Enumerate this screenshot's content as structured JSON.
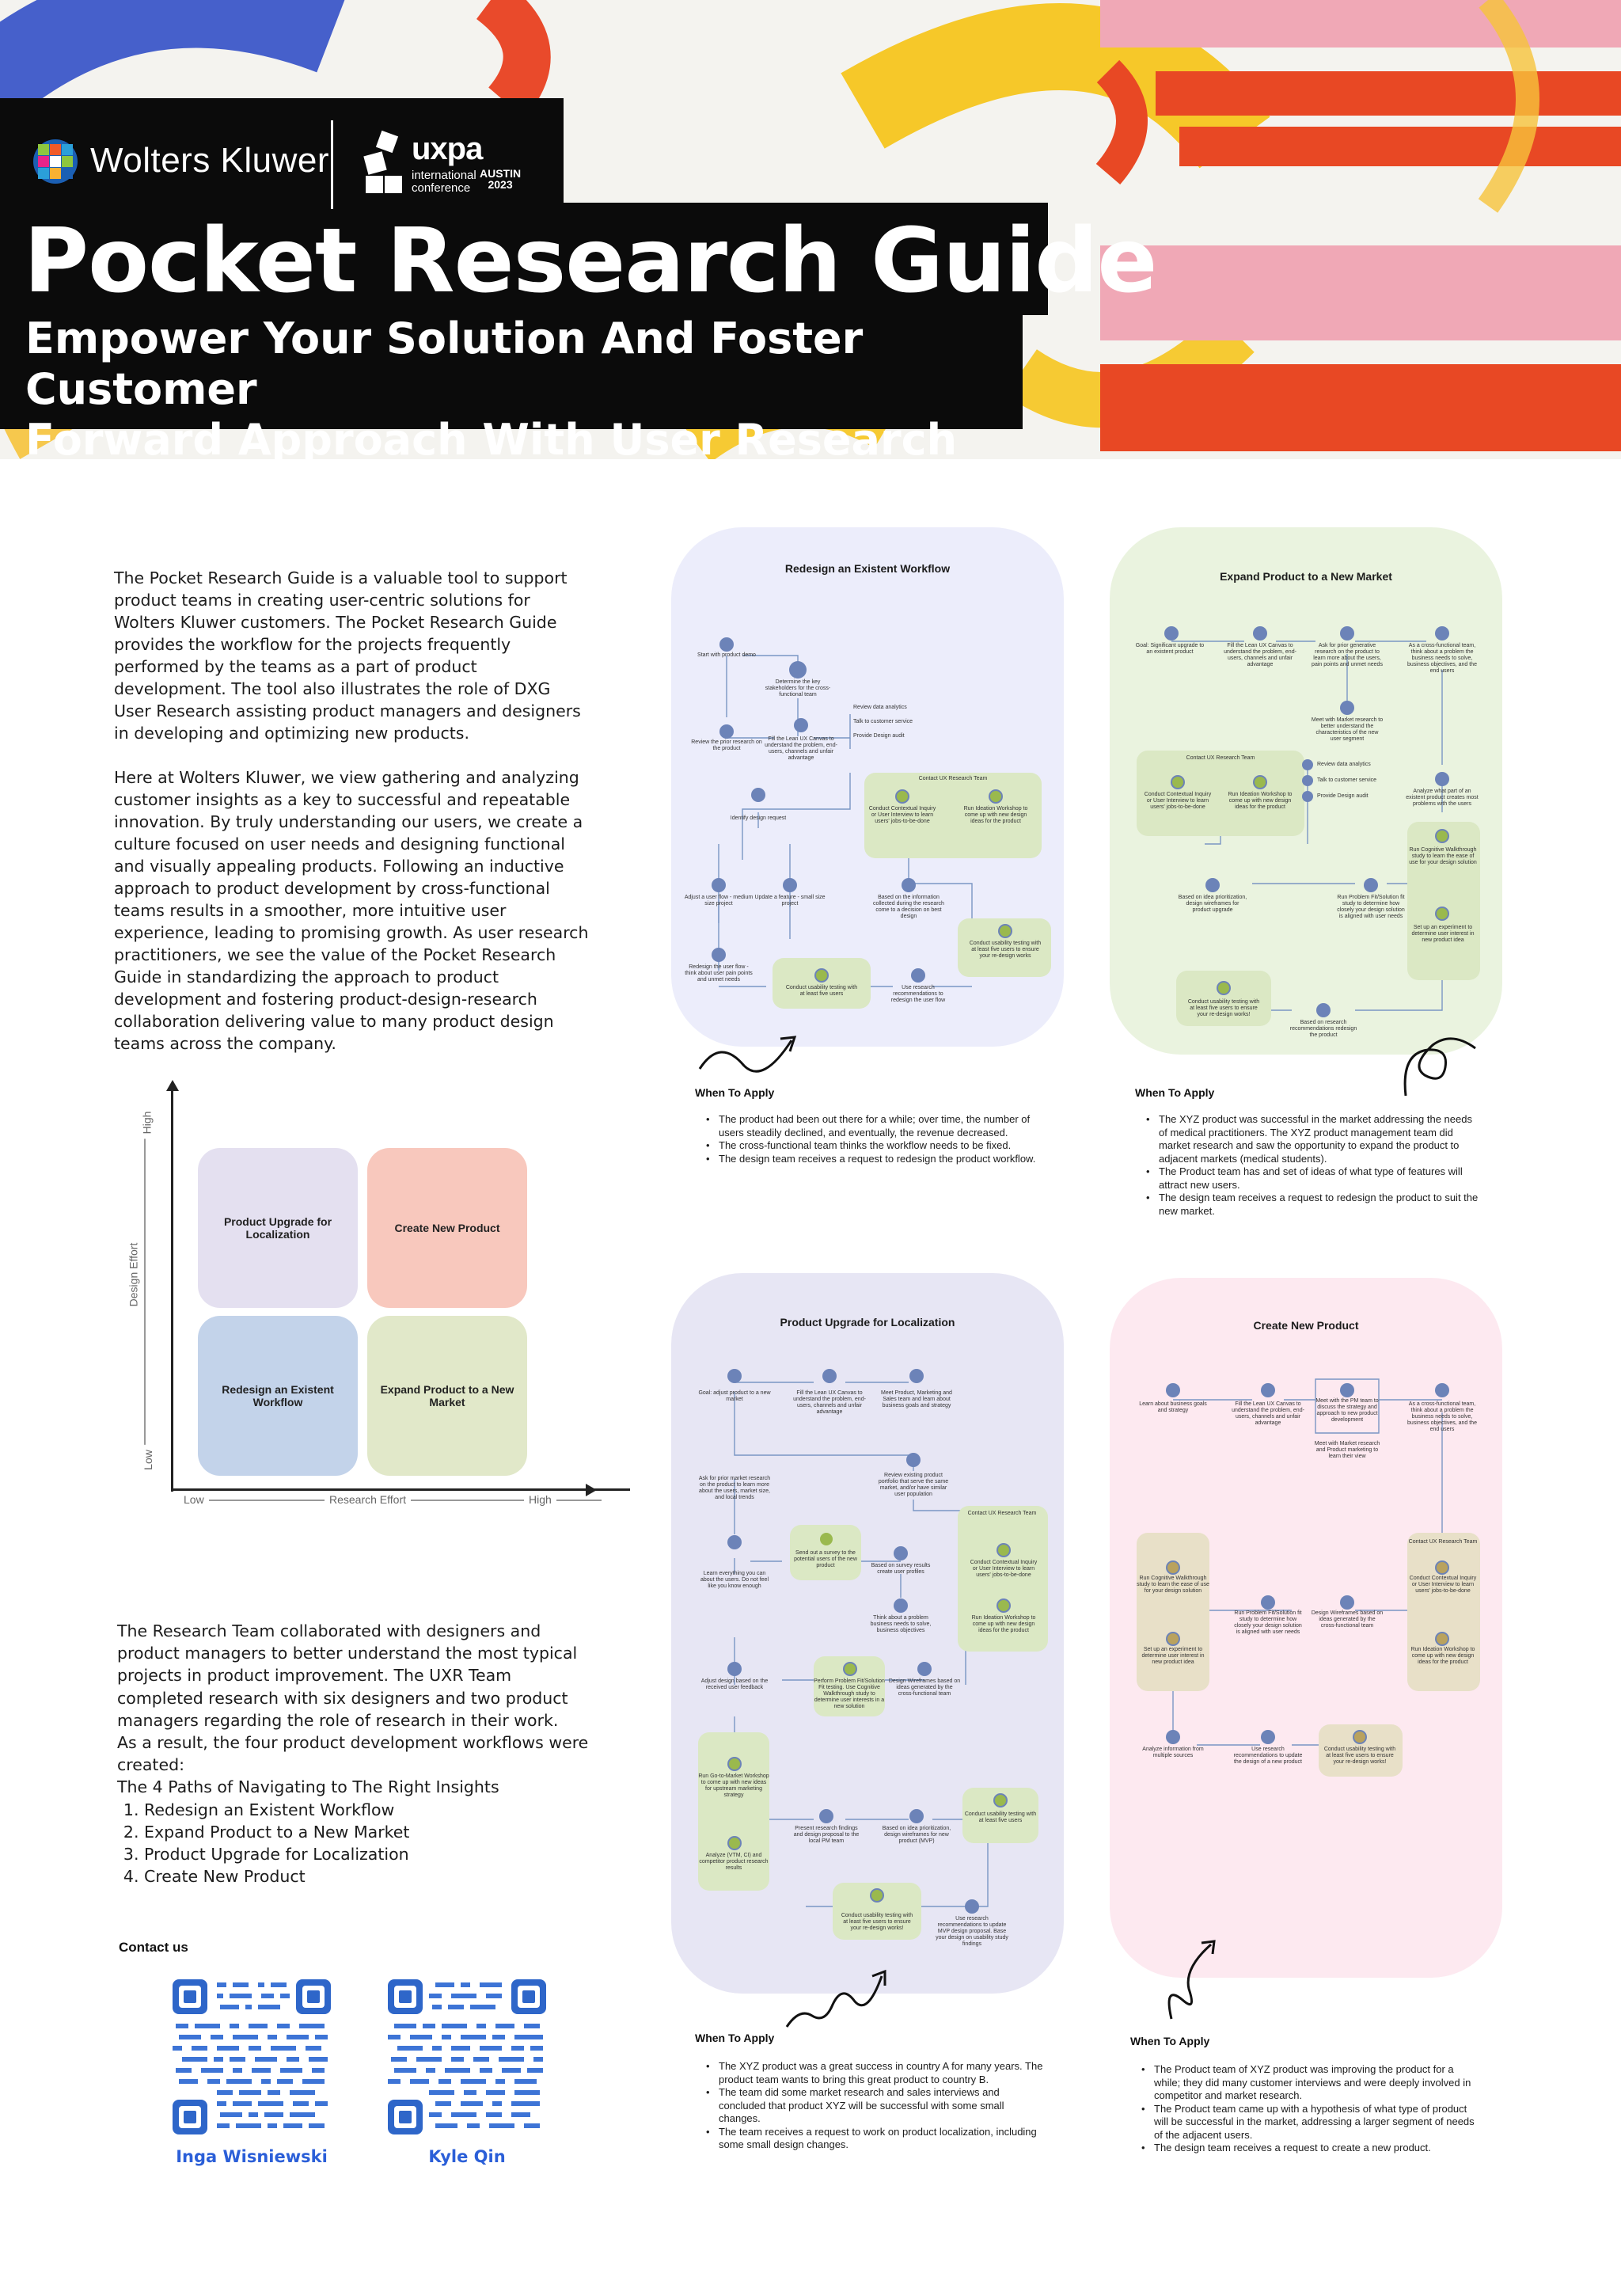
{
  "header": {
    "brand": "Wolters Kluwer",
    "conference_word": "uxpa",
    "conference_sub": "international conference",
    "conference_city": "AUSTIN",
    "conference_year": "2023",
    "title": "Pocket Research Guide",
    "subtitle_line1": "Empower Your Solution And Foster Customer",
    "subtitle_line2": "Forward Approach With User Research"
  },
  "intro": {
    "p1": "The Pocket Research Guide is a valuable tool to support product teams in creating user-centric solutions for Wolters Kluwer customers. The Pocket Research Guide provides the workflow for the projects frequently performed by the teams as a part of product development. The tool also illustrates the role of DXG User Research assisting product managers and designers in developing and optimizing new products.",
    "p2": "Here at Wolters Kluwer, we view gathering and analyzing customer insights as a key to successful and repeatable innovation. By truly understanding our users, we create a culture focused on user needs and designing functional and visually appealing products. Following an inductive approach to product development by cross-functional teams results in a smoother, more intuitive user experience, leading to promising growth. As user research practitioners, we see the value of the Pocket Research Guide in standardizing the approach to product development and fostering product-design-research collaboration delivering value to many product design teams across the company."
  },
  "matrix": {
    "y_label": "Design Effort",
    "x_label": "Research Effort",
    "y_high": "High",
    "y_low": "Low",
    "x_low": "Low",
    "x_high": "High",
    "q_top_left": "Product Upgrade for Localization",
    "q_top_right": "Create New Product",
    "q_bottom_left": "Redesign an Existent Workflow",
    "q_bottom_right": "Expand Product to a New Market",
    "colors": {
      "top_left": "#e4e0f0",
      "top_right": "#f8c8bd",
      "bottom_left": "#c3d3ea",
      "bottom_right": "#e1e8c9"
    }
  },
  "research": {
    "p1": "The Research Team collaborated with designers and product managers to better understand the most typical projects in product improvement. The UXR Team completed research with six designers and two product managers regarding the role of research in their work.",
    "p2": "As a result, the four product development workflows were created:",
    "p3": "The 4 Paths of Navigating to The Right Insights",
    "paths": [
      "Redesign an Existent Workflow",
      "Expand Product to a New Market",
      "Product Upgrade for Localization",
      "Create New Product"
    ]
  },
  "contact": {
    "title": "Contact us",
    "people": [
      "Inga Wisniewski",
      "Kyle Qin"
    ]
  },
  "cards": {
    "c1": {
      "title": "Redesign an Existent Workflow",
      "color": "#ecedfb",
      "nodes": [
        "Start with product demo",
        "Determine the key stakeholders for the cross-functional team",
        "Review data analytics",
        "Talk to customer service",
        "Provide Design audit",
        "Review the prior research on the product",
        "Fill the Lean UX Canvas to understand the problem, end-users, channels and unfair advantage",
        "Contact UX Research Team",
        "Identify design request",
        "Conduct Contextual Inquiry or User Interview to learn users' jobs-to-be-done",
        "Run Ideation Workshop to come up with new design ideas for the product",
        "Adjust a user flow - medium size project",
        "Update a feature - small size project",
        "Based on the information collected during the research come to a decision on best design",
        "Redesign the user flow - think about user pain points and unmet needs",
        "Conduct usability testing with at least five users",
        "Use research recommendations to redesign the user flow",
        "Conduct usability testing with at least five users to ensure your re-design works"
      ]
    },
    "c2": {
      "title": "Expand Product to a New Market",
      "color": "#eaf3df",
      "nodes": [
        "Goal: Significant upgrade to an existent product",
        "Fill the Lean UX Canvas to understand the problem, end-users, channels and unfair advantage",
        "Ask for prior generative research on the product to learn more about the users, pain points and unmet needs",
        "As a cross-functional team, think about a problem the business needs to solve, business objectives, and the end users",
        "Meet with Market research to better understand the characteristics of the new user segment",
        "Contact UX Research Team",
        "Conduct Contextual Inquiry or User Interview to learn users' jobs-to-be-done",
        "Run Ideation Workshop to come up with new design ideas for the product",
        "Review data analytics",
        "Talk to customer service",
        "Provide Design audit",
        "Analyze what part of an existent product creates most problems with the users",
        "Run Cognitive Walkthrough study to learn the ease of use for your design solution",
        "Based on idea prioritization, design wireframes for product upgrade",
        "Run Problem Fit/Solution fit study to determine how closely your design solution is aligned with user needs",
        "Set up an experiment to determine user interest in new product idea",
        "Conduct usability testing with at least five users to ensure your re-design works!",
        "Based on research recommendations redesign the product"
      ]
    },
    "c3": {
      "title": "Product Upgrade for Localization",
      "color": "#e7e6f4",
      "nodes": [
        "Goal: adjust product to a new market",
        "Fill the Lean UX Canvas to understand the problem, end-users, channels and unfair advantage",
        "Meet Product, Marketing and Sales team and learn about business goals and strategy",
        "Ask for prior market research on the product to learn more about the users, market size, and local trends",
        "Review existing product portfolio that serve the same market, and/or have similar user population",
        "Contact UX Research Team",
        "Learn everything you can about the users. Do not feel like you know enough",
        "Send out a survey to the potential users of the new product",
        "Based on survey results create user profiles",
        "Conduct Contextual Inquiry or User Interview to learn users' jobs-to-be-done",
        "Think about a problem business needs to solve, business objectives",
        "Run Ideation Workshop to come up with new design ideas for the product",
        "Adjust design based on the received user feedback",
        "Perform Problem Fit/Solution Fit testing. Use Cognitive Walkthrough study to determine user interests in a new solution",
        "Design Wireframes based on ideas generated by the cross-functional team",
        "Run Go-to-Market Workshop to come up with new ideas for upstream marketing strategy",
        "Present research findings and design proposal to the local PM team",
        "Based on idea prioritization, design wireframes for new product (MVP)",
        "Conduct usability testing with at least five users",
        "Analyze (VTM, CI) and competitor product research results",
        "Conduct usability testing with at least five users to ensure your re-design works!",
        "Use research recommendations to update MVP design proposal. Base your design on usability study findings"
      ]
    },
    "c4": {
      "title": "Create New Product",
      "color": "#fde9f0",
      "nodes": [
        "Learn about business goals and strategy",
        "Fill the Lean UX Canvas to understand the problem, end-users, channels and unfair advantage",
        "Meet with the PM team to discuss the strategy and approach to new product development",
        "As a cross-functional team, think about a problem the business needs to solve, business objectives, and the end users",
        "Meet with Market research and Product marketing to learn their view",
        "Contact UX Research Team",
        "Run Cognitive Walkthrough study to learn the ease of use for your design solution",
        "Run Problem Fit/Solution fit study to determine how closely your design solution is aligned with user needs",
        "Design Wireframes based on ideas generated by the cross-functional team",
        "Conduct Contextual Inquiry or User Interview to learn users' jobs-to-be-done",
        "Set up an experiment to determine user interest in new product idea",
        "Run Ideation Workshop to come up with new design ideas for the product",
        "Analyze information from multiple sources",
        "Use research recommendations to update the design of a new product",
        "Conduct usability testing with at least five users to ensure your re-design works!"
      ]
    }
  },
  "apply": {
    "title": "When To Apply",
    "c1": [
      "The product had been out there for a while; over time, the number of users steadily declined, and eventually, the revenue decreased.",
      "The cross-functional team thinks the workflow needs to be fixed.",
      "The design team receives a request to redesign the product workflow."
    ],
    "c2": [
      "The XYZ product was successful in the market addressing the needs of medical practitioners. The XYZ product management team did market research and saw the opportunity to expand the product to adjacent markets (medical students).",
      "The Product team has and set of ideas of what type of features will attract new users.",
      "The design team receives a request to redesign the product to suit the new market."
    ],
    "c3": [
      "The XYZ product was a great success in country A for many years. The product team wants to bring this great product to country B.",
      "The team did some market research and sales interviews and concluded that product XYZ will be successful with some small changes.",
      "The team receives a request to work on product localization, including some small design changes."
    ],
    "c4": [
      "The Product team of XYZ product was improving the product for a while; they did many customer interviews and were deeply involved in competitor and market research.",
      "The Product team came up with a hypothesis of what type of product will be successful in the market, addressing a larger segment of needs of the adjacent users.",
      "The design team receives a request to create a new product."
    ]
  }
}
